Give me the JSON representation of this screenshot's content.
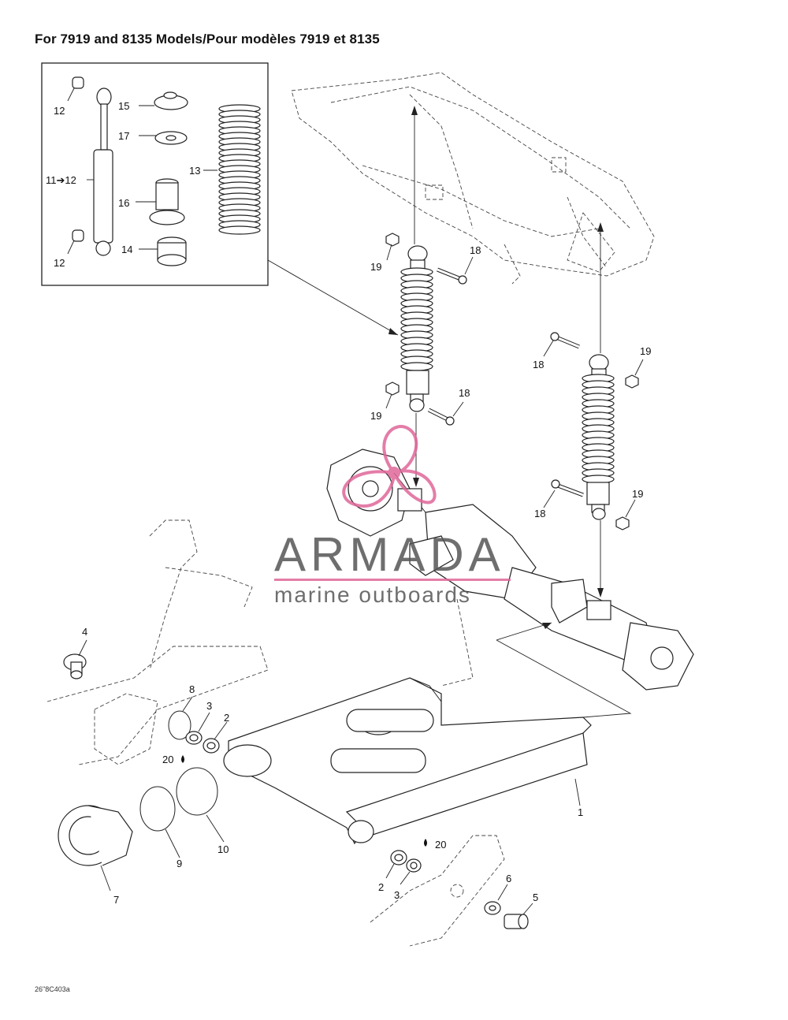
{
  "title": "For 7919 and 8135 Models/Pour modèles 7919 et 8135",
  "watermark": {
    "brand": "ARMADA",
    "tagline": "marine outboards",
    "accent": "#e0679a"
  },
  "footer_code": "26\"8C403a",
  "labels": {
    "l1": "1",
    "l2a": "2",
    "l2b": "2",
    "l3a": "3",
    "l3b": "3",
    "l4": "4",
    "l5": "5",
    "l6": "6",
    "l7": "7",
    "l8": "8",
    "l9": "9",
    "l10": "10",
    "l11": "11➔12",
    "l12a": "12",
    "l12b": "12",
    "l13": "13",
    "l14": "14",
    "l15": "15",
    "l16": "16",
    "l17": "17",
    "l18a": "18",
    "l18b": "18",
    "l18c": "18",
    "l18d": "18",
    "l19a": "19",
    "l19b": "19",
    "l19c": "19",
    "l19d": "19",
    "l20a": "20",
    "l20b": "20"
  }
}
